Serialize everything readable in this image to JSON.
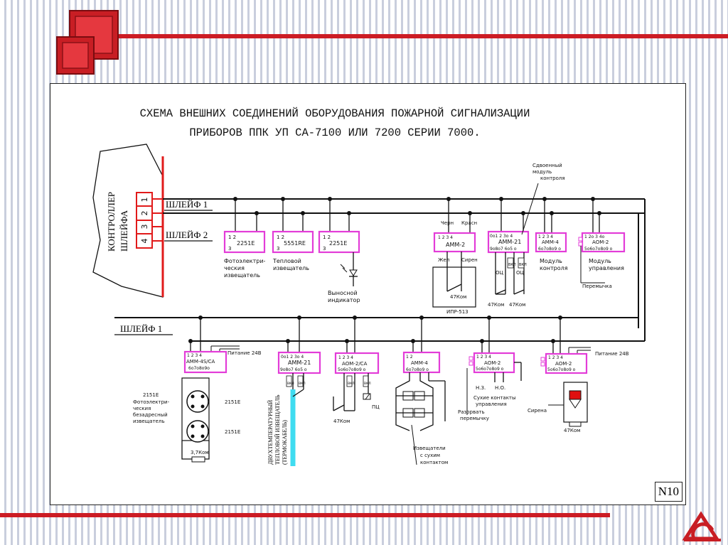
{
  "slide": {
    "title_line1": "СХЕМА ВНЕШНИХ СОЕДИНЕНИЙ ОБОРУДОВАНИЯ ПОЖАРНОЙ СИГНАЛИЗАЦИИ",
    "title_line2": "ПРИБОРОВ ППК УП СА-7100 ИЛИ 7200 СЕРИИ 7000.",
    "page_number": "N10"
  },
  "controller": {
    "label_line1": "КОНТРОЛЛЕР",
    "label_line2": "ШЛЕЙФА",
    "terminals": [
      "1",
      "2",
      "3",
      "4"
    ],
    "loop1": "ШЛЕЙФ 1",
    "loop2": "ШЛЕЙФ 2",
    "loop1_lower": "ШЛЕЙФ 1"
  },
  "upper_devices": {
    "d2251e_a": {
      "title": "2251E",
      "pins": "1  2",
      "pin3": "3"
    },
    "d5551re": {
      "title": "5551RE",
      "pins": "1  2",
      "pin3": "3"
    },
    "d2251e_b": {
      "title": "2251E",
      "pins": "1  2",
      "pin3": "3"
    },
    "amm2": {
      "title": "АММ-2",
      "pins": "1 2 3 4"
    },
    "amm21": {
      "title": "АММ-21",
      "pins_top": "0о1 2 3о 4",
      "pins_bot": "9о8о7 6о5 о"
    },
    "amm4": {
      "title": "АММ-4",
      "pins_top": "1 2 3 4",
      "pins_bot": "6о7о8о9 о"
    },
    "aom2": {
      "title": "АОМ-2",
      "pins_top": "1 2о 3 4о",
      "pins_bot": "5о6о7о8о9 о"
    },
    "photo_label": [
      "Фотоэлектри-",
      "ческия",
      "извещатель"
    ],
    "heat_label": [
      "Тепловой",
      "извещатель"
    ],
    "remote_label": [
      "Выносной",
      "индикатор"
    ],
    "chern": "Черн",
    "krasn": "Красн",
    "zhel": "Жел",
    "siren_w": "Сирен",
    "ipr": "ИПР-513",
    "r47_a": "47Ком",
    "r47_b": "47Ком",
    "r47_c": "47Ком",
    "dual_label": [
      "Сдвоенный",
      "модуль",
      "контроля"
    ],
    "mod_ctrl": [
      "Модуль",
      "контроля"
    ],
    "mod_upr": [
      "Модуль",
      "управления"
    ],
    "jumper": "Перемычка",
    "ou1": "ОЦ",
    "ou2": "ОЦ",
    "vkl1": "ВКЛ",
    "vkl2": "ВКЛ"
  },
  "lower_devices": {
    "amm4s": {
      "title": "АММ-4S/CA",
      "pins_top": "1 2 3 4",
      "pins_bot": "6о7о8о9о"
    },
    "amm21": {
      "title": "АММ-21",
      "pins_top": "0о1 2 3о 4",
      "pins_bot": "9о8о7 6о5 о"
    },
    "aom2ca": {
      "title": "АОМ-2/СА",
      "pins_top": "1 2 3 4",
      "pins_bot": "5о6о7о8о9 о"
    },
    "amm4": {
      "title": "АММ-4",
      "pins_top": "1 2",
      "pins_bot": "6о7о8о9 о"
    },
    "aom2_a": {
      "title": "АОМ-2",
      "pins_top": "1 2 3 4",
      "pins_bot": "5о6о7о8о9 о"
    },
    "aom2_b": {
      "title": "АОМ-2",
      "pins_top": "1 2 3 4",
      "pins_bot": "5о6о7о8о9 о"
    },
    "power_a": "Питание  24В",
    "power_b": "Питание  24В",
    "d2151e_title": "2151E",
    "photo_label": [
      "Фотоэлектри-",
      "ческия",
      "безадресный",
      "извещатель"
    ],
    "d2151e_a": "2151E",
    "d2151e_b": "2151E",
    "r37": "3,7Ком",
    "thermo_label": [
      "ДВУХТЕМПЕРАТУРНЫЙ",
      "ТЕПЛОВОЙ ИЗВЕЩАТЕЛЬ",
      "(ТЕРМОКАБЕЛЬ)"
    ],
    "r47_a": "47Ком",
    "r47_b": "47Ком",
    "pu": "ПЦ",
    "dry_det": [
      "Извещатели",
      "с сухим",
      "контактом"
    ],
    "nz": "Н.З.",
    "no": "Н.О.",
    "dry_contacts": [
      "Сухие контакты",
      "управления"
    ],
    "break_jumper": [
      "Разорвать",
      "перемычку"
    ],
    "siren": "Сирена",
    "vkl1": "ВКЛ",
    "vkl2": "ВКЛ",
    "vkl3": "ВКЛ",
    "vkl4": "ВКЛ"
  },
  "colors": {
    "device_border": "#e33cd8",
    "controller_red": "#e11a1a",
    "thermocable": "#3fdcf0",
    "siren_fill": "#e01010"
  }
}
